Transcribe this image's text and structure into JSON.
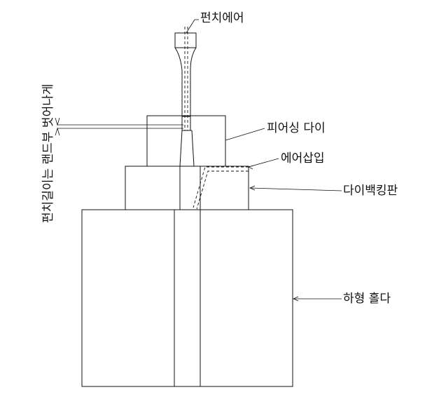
{
  "diagram": {
    "labels": {
      "punch_air": "펀치에어",
      "piercing_die": "피어싱 다이",
      "air_insert": "에어삽입",
      "die_backing_plate": "다이백킹판",
      "lower_holder": "하형 홀다",
      "punch_length_note": "펀치길이는 랜드부 벗어나게"
    },
    "colors": {
      "line": "#111111",
      "background": "#ffffff"
    }
  }
}
